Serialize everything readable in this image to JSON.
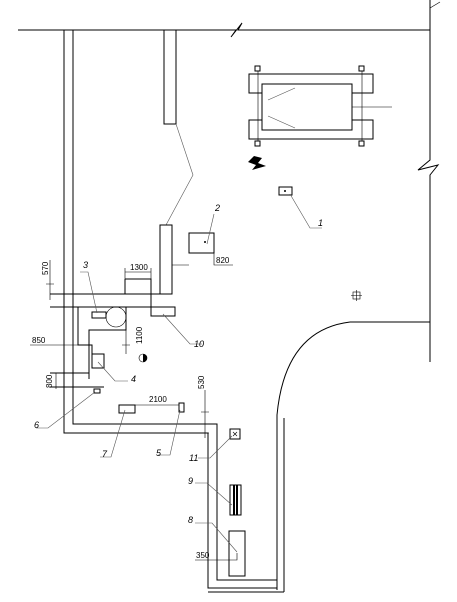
{
  "dimensions": {
    "d570": "570",
    "d1300": "1300",
    "d820": "820",
    "d850": "850",
    "d1100": "1100",
    "d800": "800",
    "d530": "530",
    "d2100": "2100",
    "d350": "350"
  },
  "callouts": {
    "n1": "1",
    "n2": "2",
    "n3": "3",
    "n4": "4",
    "n5": "5",
    "n6": "6",
    "n7": "7",
    "n8": "8",
    "n9": "9",
    "n10": "10",
    "n11": "11"
  },
  "icons": {
    "power": "lightning-bolt-icon",
    "light": "half-filled-circle-icon",
    "fixture": "cross-circle-icon"
  }
}
